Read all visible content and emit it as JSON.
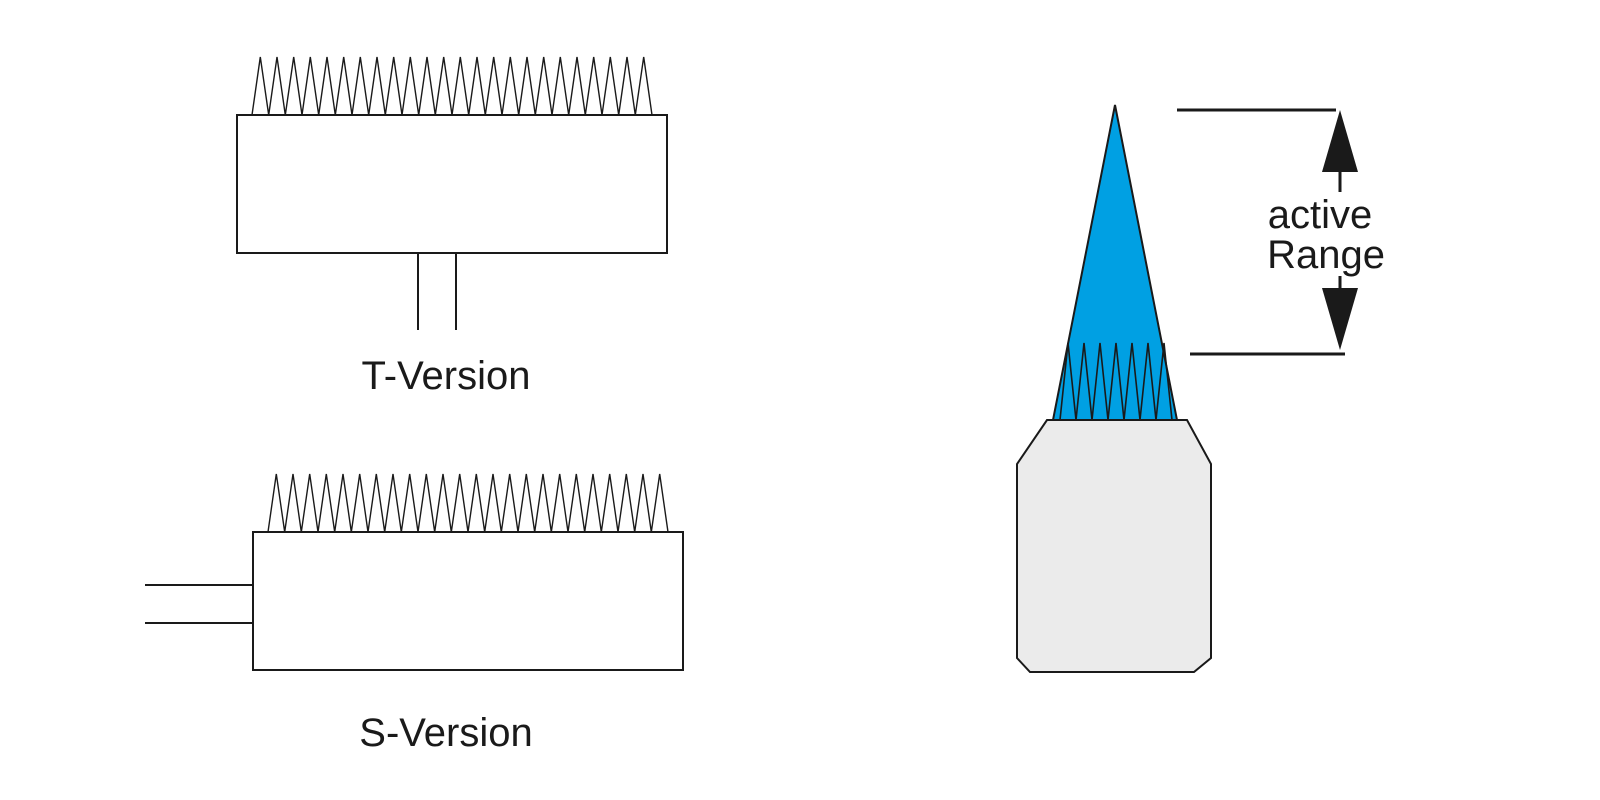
{
  "t_version": {
    "caption": "T-Version",
    "spike_count": 24
  },
  "s_version": {
    "caption": "S-Version",
    "spike_count": 24
  },
  "sensor": {
    "range_label_line1": "active",
    "range_label_line2": "Range",
    "beam_color": "#00a0e3",
    "body_color": "#ebebeb",
    "stroke_color": "#1a1a1a",
    "spike_count": 7
  }
}
